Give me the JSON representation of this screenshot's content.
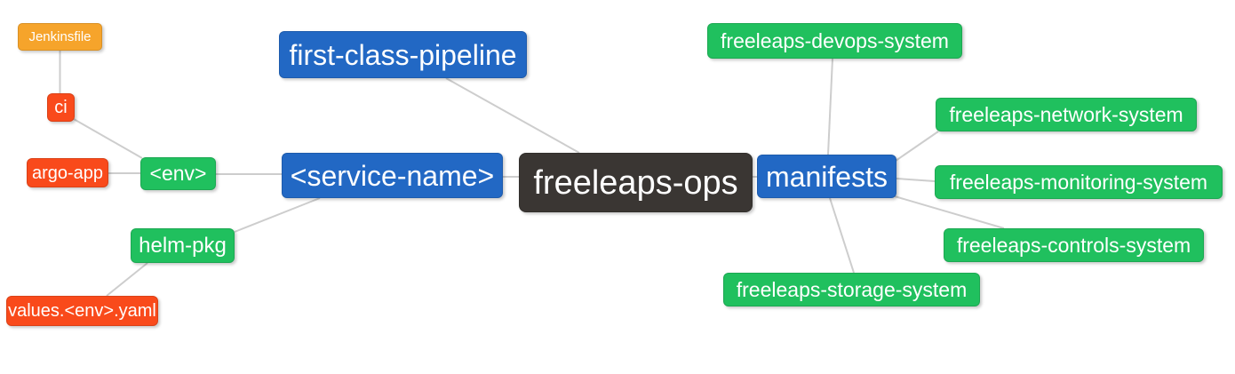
{
  "colors": {
    "root_node": "#3A3633",
    "branch_node": "#2268C4",
    "green_node": "#20C05E",
    "red_node": "#F94A1B",
    "orange_node": "#F6A42B",
    "edge": "#CDCDCD",
    "text": "#FFFFFF",
    "background": "#FFFFFF"
  },
  "mindmap": {
    "root": "freeleaps-ops",
    "nodes": [
      {
        "label": "freeleaps-ops",
        "role": "root"
      },
      {
        "label": "first-class-pipeline",
        "role": "branch"
      },
      {
        "label": "<service-name>",
        "role": "branch"
      },
      {
        "label": "manifests",
        "role": "branch"
      },
      {
        "label": "<env>",
        "role": "leaf-green"
      },
      {
        "label": "helm-pkg",
        "role": "leaf-green"
      },
      {
        "label": "ci",
        "role": "leaf-red"
      },
      {
        "label": "argo-app",
        "role": "leaf-red"
      },
      {
        "label": "Jenkinsfile",
        "role": "leaf-orange"
      },
      {
        "label": "values.<env>.yaml",
        "role": "leaf-red"
      },
      {
        "label": "freeleaps-devops-system",
        "role": "leaf-green"
      },
      {
        "label": "freeleaps-network-system",
        "role": "leaf-green"
      },
      {
        "label": "freeleaps-monitoring-system",
        "role": "leaf-green"
      },
      {
        "label": "freeleaps-controls-system",
        "role": "leaf-green"
      },
      {
        "label": "freeleaps-storage-system",
        "role": "leaf-green"
      }
    ],
    "edges": [
      {
        "from": "freeleaps-ops",
        "to": "first-class-pipeline"
      },
      {
        "from": "freeleaps-ops",
        "to": "<service-name>"
      },
      {
        "from": "freeleaps-ops",
        "to": "manifests"
      },
      {
        "from": "<service-name>",
        "to": "<env>"
      },
      {
        "from": "<service-name>",
        "to": "helm-pkg"
      },
      {
        "from": "<env>",
        "to": "ci"
      },
      {
        "from": "<env>",
        "to": "argo-app"
      },
      {
        "from": "ci",
        "to": "Jenkinsfile"
      },
      {
        "from": "helm-pkg",
        "to": "values.<env>.yaml"
      },
      {
        "from": "manifests",
        "to": "freeleaps-devops-system"
      },
      {
        "from": "manifests",
        "to": "freeleaps-network-system"
      },
      {
        "from": "manifests",
        "to": "freeleaps-monitoring-system"
      },
      {
        "from": "manifests",
        "to": "freeleaps-controls-system"
      },
      {
        "from": "manifests",
        "to": "freeleaps-storage-system"
      }
    ]
  }
}
